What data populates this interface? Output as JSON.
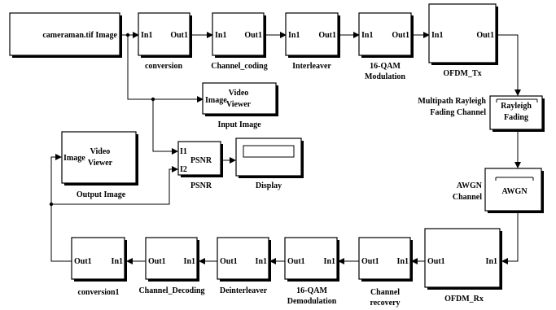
{
  "diagram": {
    "source_block": {
      "text": "cameraman.tif Image"
    },
    "conversion": {
      "in": "In1",
      "out": "Out1",
      "label": "conversion"
    },
    "channel_coding": {
      "in": "In1",
      "out": "Out1",
      "label": "Channel_coding"
    },
    "interleaver": {
      "in": "In1",
      "out": "Out1",
      "label": "Interleaver"
    },
    "qam_mod": {
      "in": "In1",
      "out": "Out1",
      "label1": "16-QAM",
      "label2": "Modulation"
    },
    "ofdm_tx": {
      "in": "In1",
      "out": "Out1",
      "label": "OFDM_Tx"
    },
    "input_viewer": {
      "port": "Image",
      "line1": "Video",
      "line2": "Viewer",
      "label": "Input Image"
    },
    "rayleigh": {
      "line1": "Rayleigh",
      "line2": "Fading",
      "label1": "Multipath Rayleigh",
      "label2": "Fading Channel"
    },
    "awgn": {
      "text": "AWGN",
      "label1": "AWGN",
      "label2": "Channel"
    },
    "output_viewer": {
      "port": "Image",
      "line1": "Video",
      "line2": "Viewer",
      "label": "Output Image"
    },
    "psnr": {
      "in1": "I1",
      "in2": "I2",
      "text": "PSNR",
      "label": "PSNR"
    },
    "display": {
      "label": "Display"
    },
    "ofdm_rx": {
      "in": "In1",
      "out": "Out1",
      "label": "OFDM_Rx"
    },
    "channel_recovery": {
      "in": "In1",
      "out": "Out1",
      "label1": "Channel",
      "label2": "recovery"
    },
    "qam_demod": {
      "in": "In1",
      "out": "Out1",
      "label1": "16-QAM",
      "label2": "Demodulation"
    },
    "deinterleaver": {
      "in": "In1",
      "out": "Out1",
      "label": "Deinterleaver"
    },
    "channel_decoding": {
      "in": "In1",
      "out": "Out1",
      "label": "Channel_Decoding"
    },
    "conversion1": {
      "in": "In1",
      "out": "Out1",
      "label": "conversion1"
    }
  }
}
